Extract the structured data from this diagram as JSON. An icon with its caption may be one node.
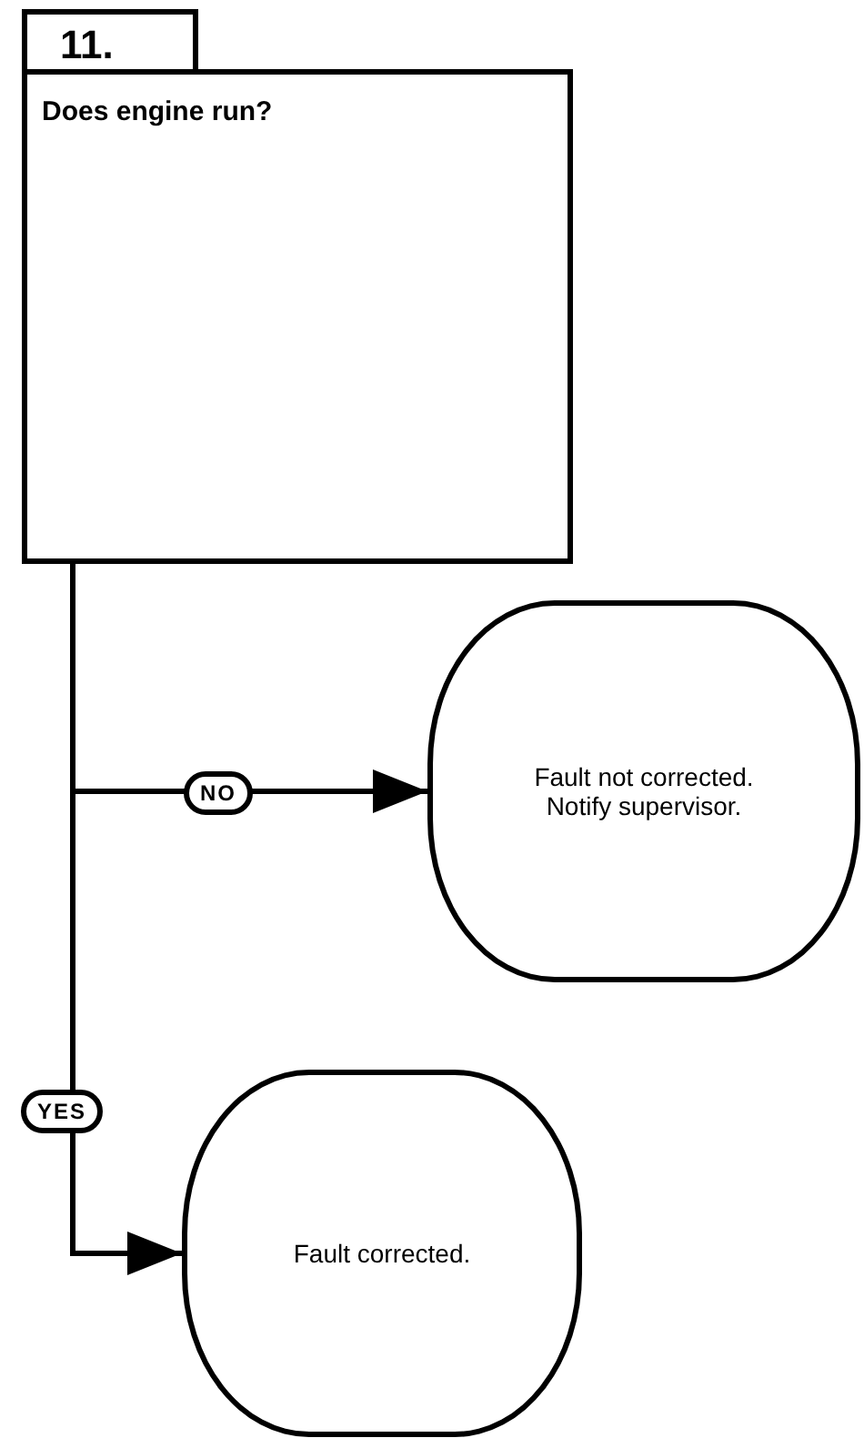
{
  "diagram": {
    "nodes": [
      {
        "text": [
          "11."
        ]
      },
      {
        "text": [
          "Does engine run?"
        ]
      },
      {
        "text": [
          "Fault not corrected. Notify supervisor."
        ]
      },
      {
        "text": [
          "Fault corrected."
        ]
      }
    ],
    "edges": [
      {
        "from": 1,
        "to": 2,
        "arrow": "to",
        "label": "NO"
      },
      {
        "from": 1,
        "to": 3,
        "arrow": "to",
        "label": "YES"
      }
    ]
  }
}
